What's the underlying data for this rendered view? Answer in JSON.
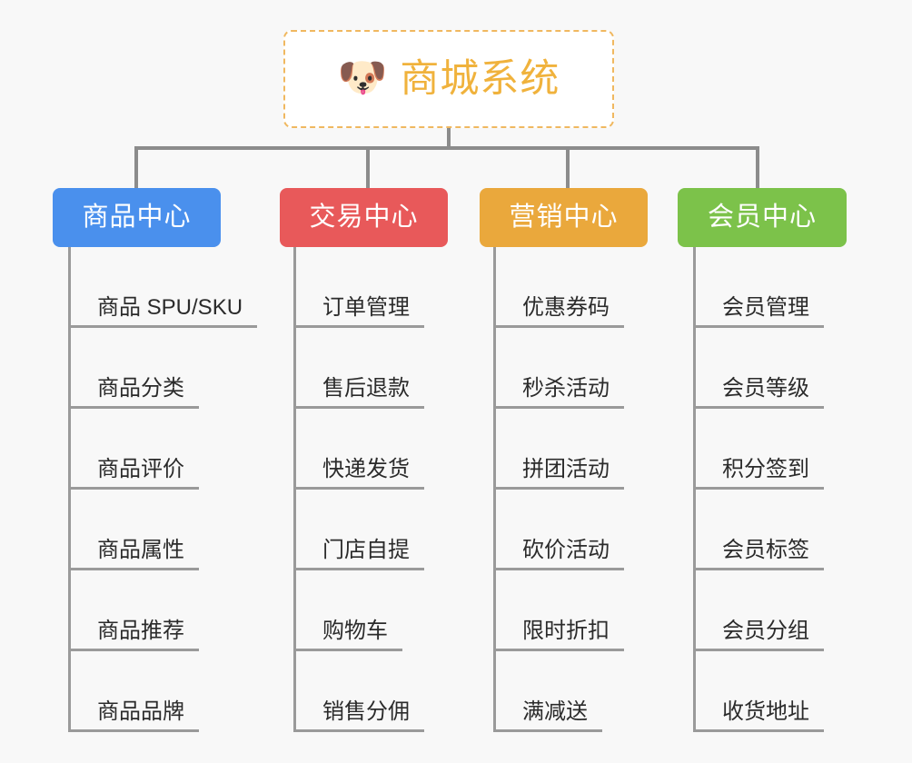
{
  "root": {
    "icon": "dog-face-icon",
    "emoji": "🐶",
    "title": "商城系统",
    "border_color": "#f0b860",
    "text_color": "#f0b23c"
  },
  "colors": {
    "background": "#f8f8f8",
    "connector": "#8c8c8c",
    "leaf_line": "#9a9a9a",
    "leaf_text": "#2b2b2b",
    "category_text": "#ffffff"
  },
  "categories": [
    {
      "label": "商品中心",
      "color": "#4a90ed",
      "leaves": [
        "商品 SPU/SKU",
        "商品分类",
        "商品评价",
        "商品属性",
        "商品推荐",
        "商品品牌"
      ]
    },
    {
      "label": "交易中心",
      "color": "#e8595a",
      "leaves": [
        "订单管理",
        "售后退款",
        "快递发货",
        "门店自提",
        "购物车",
        "销售分佣"
      ]
    },
    {
      "label": "营销中心",
      "color": "#eaa83c",
      "leaves": [
        "优惠券码",
        "秒杀活动",
        "拼团活动",
        "砍价活动",
        "限时折扣",
        "满减送"
      ]
    },
    {
      "label": "会员中心",
      "color": "#7cc24a",
      "leaves": [
        "会员管理",
        "会员等级",
        "积分签到",
        "会员标签",
        "会员分组",
        "收货地址"
      ]
    }
  ]
}
